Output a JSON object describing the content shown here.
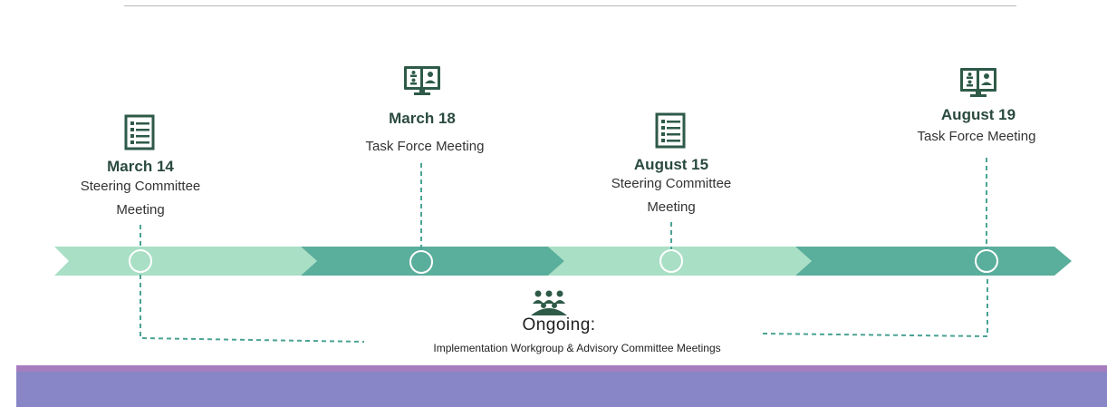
{
  "events": [
    {
      "date": "March 14",
      "lines": [
        "Steering Committee",
        "Meeting"
      ],
      "icon": "document-list-icon"
    },
    {
      "date": "March 18",
      "lines": [
        "Task Force Meeting"
      ],
      "icon": "video-conference-icon"
    },
    {
      "date": "August 15",
      "lines": [
        "Steering Committee",
        "Meeting"
      ],
      "icon": "document-list-icon"
    },
    {
      "date": "August 19",
      "lines": [
        "Task Force Meeting"
      ],
      "icon": "video-conference-icon"
    }
  ],
  "ongoing": {
    "title": "Ongoing:",
    "description": "Implementation Workgroup & Advisory Committee Meetings",
    "icon": "people-group-icon"
  },
  "colors": {
    "light_segment": "#a9dfc5",
    "dark_segment": "#5aae9c",
    "icon": "#2e5a48",
    "connector": "#4aa394",
    "footer": "#8886c6",
    "footer_accent": "#a57dbf"
  }
}
